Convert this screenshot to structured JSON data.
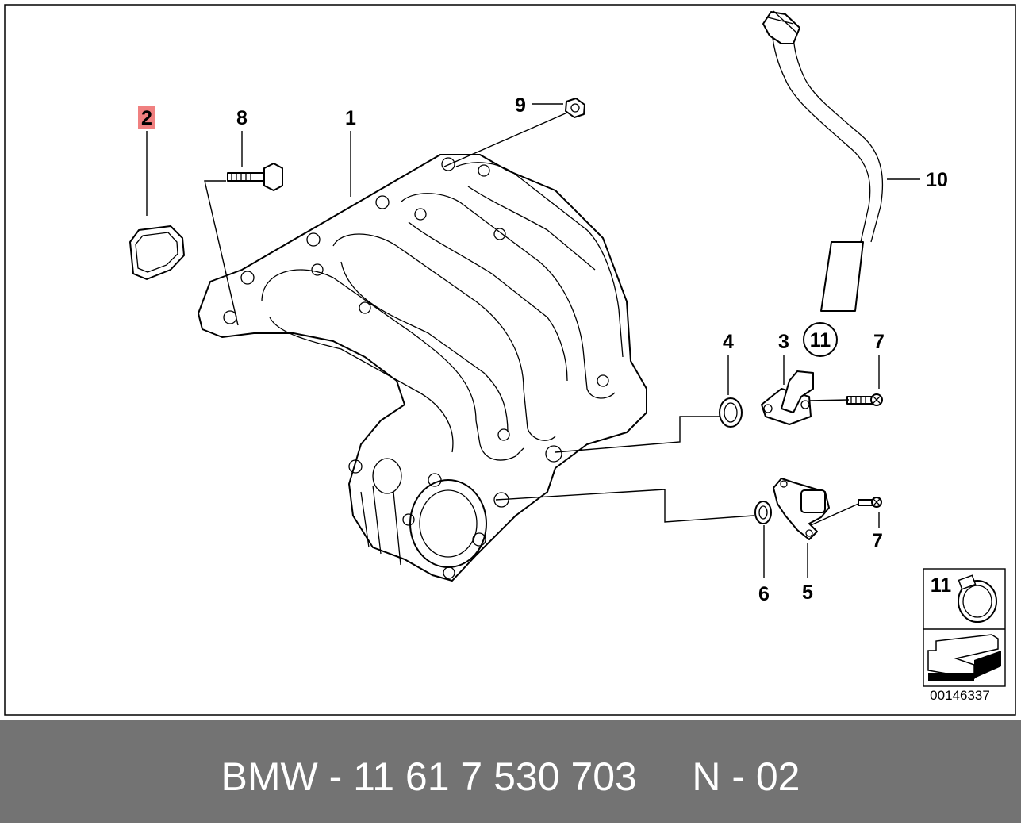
{
  "diagram": {
    "callouts": {
      "c1": "1",
      "c2": "2",
      "c3": "3",
      "c4": "4",
      "c5": "5",
      "c6": "6",
      "c7a": "7",
      "c7b": "7",
      "c8": "8",
      "c9": "9",
      "c10": "10",
      "c11": "11"
    },
    "highlighted_callout": "2",
    "highlight_color": "#f08080",
    "legend_box": {
      "label": "11",
      "icon": "hose-clamp-icon",
      "arrow": "arrow-left-icon"
    },
    "document_number": "00146337"
  },
  "footer": {
    "text": "BMW - 11 61 7 530 703     N - 02",
    "background": "#737373",
    "text_color": "#ffffff"
  }
}
